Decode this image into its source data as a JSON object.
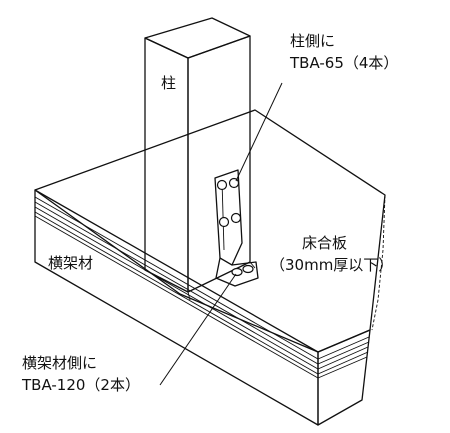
{
  "labels": {
    "post": "柱",
    "beam": "横架材",
    "floor_line1": "床合板",
    "floor_line2": "（30mm厚以下）",
    "post_side_line1": "柱側に",
    "post_side_line2": "TBA-65（4本）",
    "beam_side_line1": "横架材側に",
    "beam_side_line2": "TBA-120（2本）"
  },
  "colors": {
    "stroke": "#111111",
    "fill": "#ffffff"
  }
}
